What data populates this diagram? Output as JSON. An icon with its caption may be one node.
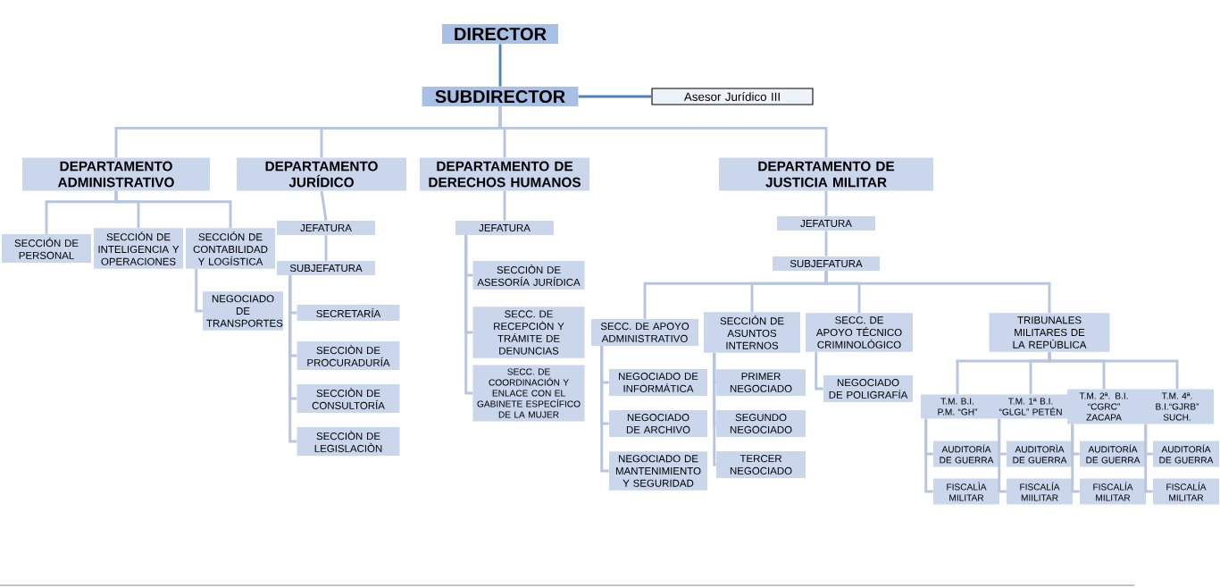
{
  "diagram": {
    "nodes": [
      {
        "text": [
          "DIRECTOR"
        ]
      },
      {
        "text": [
          "SUBDIRECTOR"
        ]
      },
      {
        "text": [
          "Asesor Jurídico III"
        ]
      },
      {
        "text": [
          "DEPARTAMENTO ADMINISTRATIVO"
        ]
      },
      {
        "text": [
          "SECCIÓN DE PERSONAL"
        ]
      },
      {
        "text": [
          "SECCIÓN DE INTELIGENCIA Y OPERACIONES"
        ]
      },
      {
        "text": [
          "SECCIÓN DE CONTABILIDAD Y LOGÍSTICA"
        ]
      },
      {
        "text": [
          "NEGOCIADO DE TRANSPORTES"
        ]
      },
      {
        "text": [
          "DEPARTAMENTO JURÍDICO"
        ]
      },
      {
        "text": [
          "JEFATURA"
        ]
      },
      {
        "text": [
          "SUBJEFATURA"
        ]
      },
      {
        "text": [
          "SECRETARÍA"
        ]
      },
      {
        "text": [
          "SECCIÒN DE PROCURADURÍA"
        ]
      },
      {
        "text": [
          "SECCIÒN DE CONSULTORÍA"
        ]
      },
      {
        "text": [
          "SECCIÒN DE LEGISLACIÒN"
        ]
      },
      {
        "text": [
          "DEPARTAMENTO DE DERECHOS HUMANOS"
        ]
      },
      {
        "text": [
          "JEFATURA"
        ]
      },
      {
        "text": [
          "SECCIÒN DE ASESORÍA JURÍDICA"
        ]
      },
      {
        "text": [
          "SECC. DE RECEPCIÒN Y TRÁMITE DE DENUNCIAS"
        ]
      },
      {
        "text": [
          "SECC. DE COORDINACIÓN Y ENLACE CON EL GABINETE ESPECÍFICO DE LA MUJER"
        ]
      },
      {
        "text": [
          "DEPARTAMENTO DE JUSTICIA MILITAR"
        ]
      },
      {
        "text": [
          "JEFATURA"
        ]
      },
      {
        "text": [
          "SUBJEFATURA"
        ]
      },
      {
        "text": [
          "SECC. DE APOYO ADMINISTRATIVO"
        ]
      },
      {
        "text": [
          "NEGOCIADO DE INFORMÁTICA"
        ]
      },
      {
        "text": [
          "NEGOCIADO DE ARCHIVO"
        ]
      },
      {
        "text": [
          "NEGOCIADO DE MANTENIMIENTO Y SEGURIDAD"
        ]
      },
      {
        "text": [
          "SECCIÓN DE ASUNTOS INTERNOS"
        ]
      },
      {
        "text": [
          "PRIMER NEGOCIADO"
        ]
      },
      {
        "text": [
          "SEGUNDO NEGOCIADO"
        ]
      },
      {
        "text": [
          "TERCER NEGOCIADO"
        ]
      },
      {
        "text": [
          "SECC. DE APOYO TÉCNICO CRIMINOLÓGICO"
        ]
      },
      {
        "text": [
          "NEGOCIADO DE POLIGRAFÍA"
        ]
      },
      {
        "text": [
          "TRIBUNALES MILITARES DE LA REPÙBLICA"
        ]
      },
      {
        "text": [
          "T.M. B.I. P.M. “GH”"
        ]
      },
      {
        "text": [
          "AUDITORÍA DE GUERRA"
        ]
      },
      {
        "text": [
          "FISCALÌA MILITAR"
        ]
      },
      {
        "text": [
          "T.M. 1ª B.I. “GLGL” PETÉN"
        ]
      },
      {
        "text": [
          "AUDITORÌA DE GUERRA"
        ]
      },
      {
        "text": [
          "FISCALÍA MIILITAR"
        ]
      },
      {
        "text": [
          "T.M. 2ª. B.I. “CGRC” ZACAPA"
        ]
      },
      {
        "text": [
          "AUDITORÍA DE GUERRA"
        ]
      },
      {
        "text": [
          "FISCALÍA MILITAR"
        ]
      },
      {
        "text": [
          "T.M. 4ª. B.I.“GJRB” SUCH."
        ]
      },
      {
        "text": [
          "AUDITORÍA DE GUERRA"
        ]
      },
      {
        "text": [
          "FISCALÍA MILITAR"
        ]
      }
    ],
    "edges": [
      {
        "from": 0,
        "to": 1,
        "arrow": "none",
        "color": "#4f81bd"
      },
      {
        "from": 1,
        "to": 2,
        "arrow": "none",
        "color": "#4f81bd"
      },
      {
        "from": 1,
        "to": 3,
        "arrow": "none"
      },
      {
        "from": 1,
        "to": 8,
        "arrow": "none"
      },
      {
        "from": 1,
        "to": 15,
        "arrow": "none"
      },
      {
        "from": 1,
        "to": 20,
        "arrow": "none"
      },
      {
        "from": 3,
        "to": 4,
        "arrow": "none"
      },
      {
        "from": 3,
        "to": 5,
        "arrow": "none"
      },
      {
        "from": 3,
        "to": 6,
        "arrow": "none"
      },
      {
        "from": 6,
        "to": 7,
        "arrow": "none"
      },
      {
        "from": 8,
        "to": 9,
        "arrow": "none"
      },
      {
        "from": 9,
        "to": 10,
        "arrow": "none"
      },
      {
        "from": 10,
        "to": 11,
        "arrow": "none"
      },
      {
        "from": 10,
        "to": 12,
        "arrow": "none"
      },
      {
        "from": 10,
        "to": 13,
        "arrow": "none"
      },
      {
        "from": 10,
        "to": 14,
        "arrow": "none"
      },
      {
        "from": 15,
        "to": 16,
        "arrow": "none"
      },
      {
        "from": 16,
        "to": 17,
        "arrow": "none"
      },
      {
        "from": 16,
        "to": 18,
        "arrow": "none"
      },
      {
        "from": 16,
        "to": 19,
        "arrow": "none"
      },
      {
        "from": 20,
        "to": 21,
        "arrow": "none"
      },
      {
        "from": 21,
        "to": 22,
        "arrow": "none"
      },
      {
        "from": 22,
        "to": 23,
        "arrow": "none"
      },
      {
        "from": 22,
        "to": 27,
        "arrow": "none"
      },
      {
        "from": 22,
        "to": 31,
        "arrow": "none"
      },
      {
        "from": 22,
        "to": 33,
        "arrow": "none"
      },
      {
        "from": 23,
        "to": 24,
        "arrow": "none"
      },
      {
        "from": 23,
        "to": 25,
        "arrow": "none"
      },
      {
        "from": 23,
        "to": 26,
        "arrow": "none"
      },
      {
        "from": 27,
        "to": 28,
        "arrow": "none"
      },
      {
        "from": 27,
        "to": 29,
        "arrow": "none"
      },
      {
        "from": 27,
        "to": 30,
        "arrow": "none"
      },
      {
        "from": 31,
        "to": 32,
        "arrow": "none"
      },
      {
        "from": 33,
        "to": 34,
        "arrow": "none"
      },
      {
        "from": 33,
        "to": 37,
        "arrow": "none"
      },
      {
        "from": 33,
        "to": 40,
        "arrow": "none"
      },
      {
        "from": 33,
        "to": 43,
        "arrow": "none"
      },
      {
        "from": 34,
        "to": 35,
        "arrow": "none"
      },
      {
        "from": 34,
        "to": 36,
        "arrow": "none"
      },
      {
        "from": 37,
        "to": 38,
        "arrow": "none"
      },
      {
        "from": 37,
        "to": 39,
        "arrow": "none"
      },
      {
        "from": 40,
        "to": 41,
        "arrow": "none"
      },
      {
        "from": 40,
        "to": 42,
        "arrow": "none"
      },
      {
        "from": 43,
        "to": 44,
        "arrow": "none"
      },
      {
        "from": 43,
        "to": 45,
        "arrow": "none"
      }
    ]
  }
}
